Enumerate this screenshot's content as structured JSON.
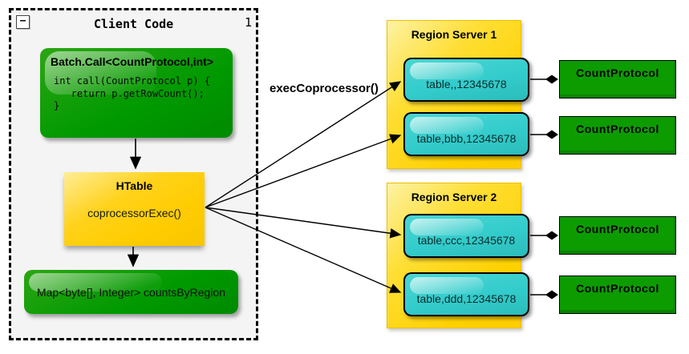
{
  "client_panel": {
    "title": "Client Code",
    "collapse_label": "−",
    "page_number": "1",
    "batch_call": {
      "title": "Batch.Call<CountProtocol,int>",
      "code_lines": [
        "int call(CountProtocol p) {",
        "   return p.getRowCount();",
        "}"
      ]
    },
    "htable": {
      "title": "HTable",
      "method": "coprocessorExec()"
    },
    "map_result": {
      "label": "Map<byte[], Integer> countsByRegion"
    }
  },
  "exec_label": "execCoprocessor()",
  "region_servers": [
    {
      "title": "Region Server 1",
      "regions": [
        "table,,12345678",
        "table,bbb,12345678"
      ]
    },
    {
      "title": "Region Server 2",
      "regions": [
        "table,ccc,12345678",
        "table,ddd,12345678"
      ]
    }
  ],
  "protocols": [
    "CountProtocol",
    "CountProtocol",
    "CountProtocol",
    "CountProtocol"
  ],
  "colors": {
    "box_green": "#009900",
    "box_gold": "#ffcc00",
    "box_cyan": "#33cccc",
    "protocol_green": "#0c9c00",
    "frame_bg": "#f4f4f4",
    "line_black": "#000000"
  }
}
